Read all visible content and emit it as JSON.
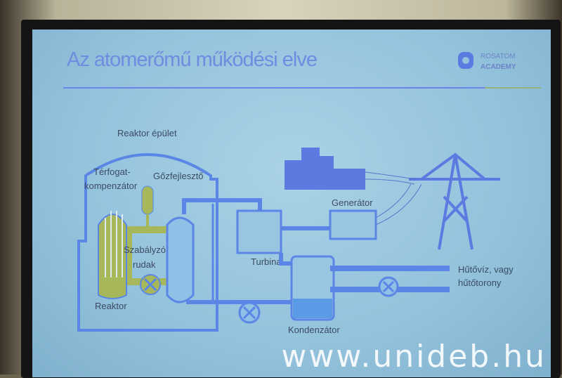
{
  "slide": {
    "title": "Az atomerőmű működési elve",
    "logo_line1": "ROSATOM",
    "logo_line2": "ACADEMY"
  },
  "diagram": {
    "labels": {
      "building": "Reaktor épület",
      "pressurizer_1": "Térfogat-",
      "pressurizer_2": "kompenzátor",
      "steam_generator": "Gőzfejlesztő",
      "control_rods_1": "Szabályzó",
      "control_rods_2": "rudak",
      "reactor": "Reaktor",
      "turbine": "Turbina",
      "generator": "Generátor",
      "condenser": "Kondenzátor",
      "cooling_1": "Hűtővíz, vagy",
      "cooling_2": "hűtőtorony"
    }
  },
  "watermark": "www.unideb.hu",
  "colors": {
    "slide_bg": "#93c2dc",
    "line_blue": "#5b86e6",
    "reactor_green": "#a7b85a",
    "text": "#3c4b63"
  }
}
